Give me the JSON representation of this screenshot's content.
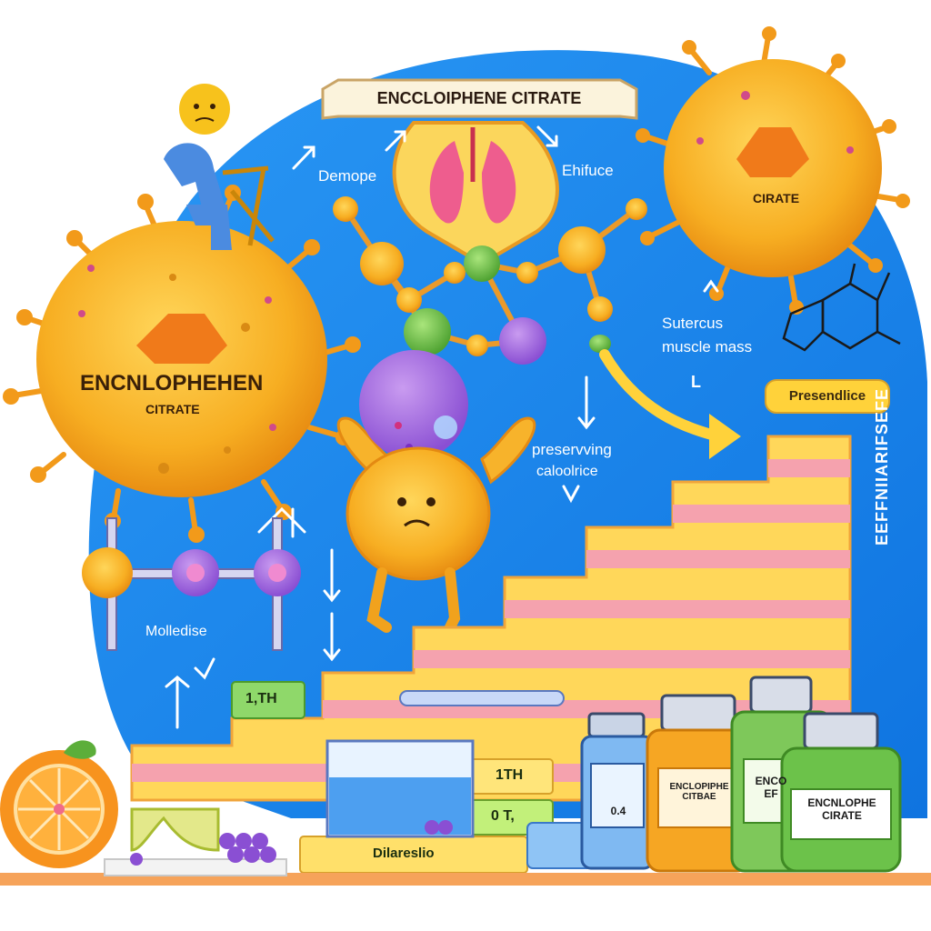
{
  "banner": {
    "title": "ENCCLOIPHENE CITRATE"
  },
  "big_cell": {
    "title": "ENCNLOPHEHEN",
    "subtitle": "CITRATE"
  },
  "small_cell": {
    "label": "CIRATE"
  },
  "labels": {
    "top_left": "Demope",
    "top_right": "Ehifuce",
    "muscle_line1": "Sutercus",
    "muscle_line2": "muscle mass",
    "muscle_mark": "L",
    "preserving_line1": "preservving",
    "preserving_line2": "caloolrice",
    "molecule": "Molledise",
    "vertical": "EEFFNIIARIFSEFE"
  },
  "pill": {
    "label": "Presendlice"
  },
  "step_boxes": {
    "box1": "1,TH",
    "box2": "1TH",
    "box3": "0 T,",
    "box4": "Dilareslio"
  },
  "bottles": {
    "small_blue": "0.4",
    "orange": "ENCLOPIPHE\nCITBAE",
    "green_back": "ENCO\nEF",
    "green_front": "ENCNLOPHE\nCIRATE"
  },
  "colors": {
    "background_blue": "#1a8cf0",
    "cell_yellow": "#f7b52c",
    "step_pink": "#f5a2ae",
    "step_yellow": "#ffd75a",
    "bottle_green": "#6cc24a",
    "bottle_orange": "#f6a623"
  }
}
